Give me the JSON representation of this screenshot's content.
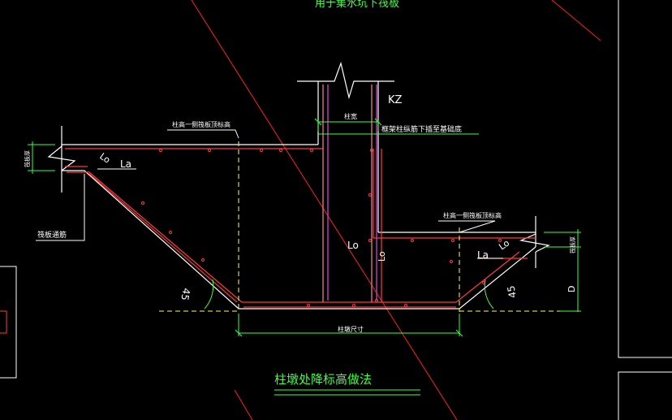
{
  "drawing": {
    "top_title": "用于集水坑下筏板",
    "bottom_title": "柱墩处降标高做法",
    "column_label": "KZ",
    "column_width_label": "柱宽",
    "column_bar_note": "框架柱纵筋下插至基础底",
    "left_slab_top_note": "柱高一侧筏板顶标高",
    "right_slab_top_note": "柱高一侧筏板顶标高",
    "left_slab_thickness": "筏板厚",
    "right_slab_thickness": "筏板厚",
    "raft_bar_note": "筏板通筋",
    "pier_size_label": "柱墩尺寸",
    "anchor_left": "La",
    "anchor_right": "La",
    "anchor_lo_left": "Lo",
    "anchor_lo_mid": "Lo",
    "anchor_lo_vertical": "Lo",
    "anchor_lo_right": "Lo",
    "angle_left": "45",
    "angle_right": "45",
    "depth_label": "D"
  },
  "colors": {
    "background": "#000000",
    "outline": "#ffffff",
    "rebar": "#ff3b3b",
    "column_bar": "#c040c0",
    "dashed": "#ffff40",
    "dimension": "#40ff40",
    "cut_line": "#ff2020"
  }
}
